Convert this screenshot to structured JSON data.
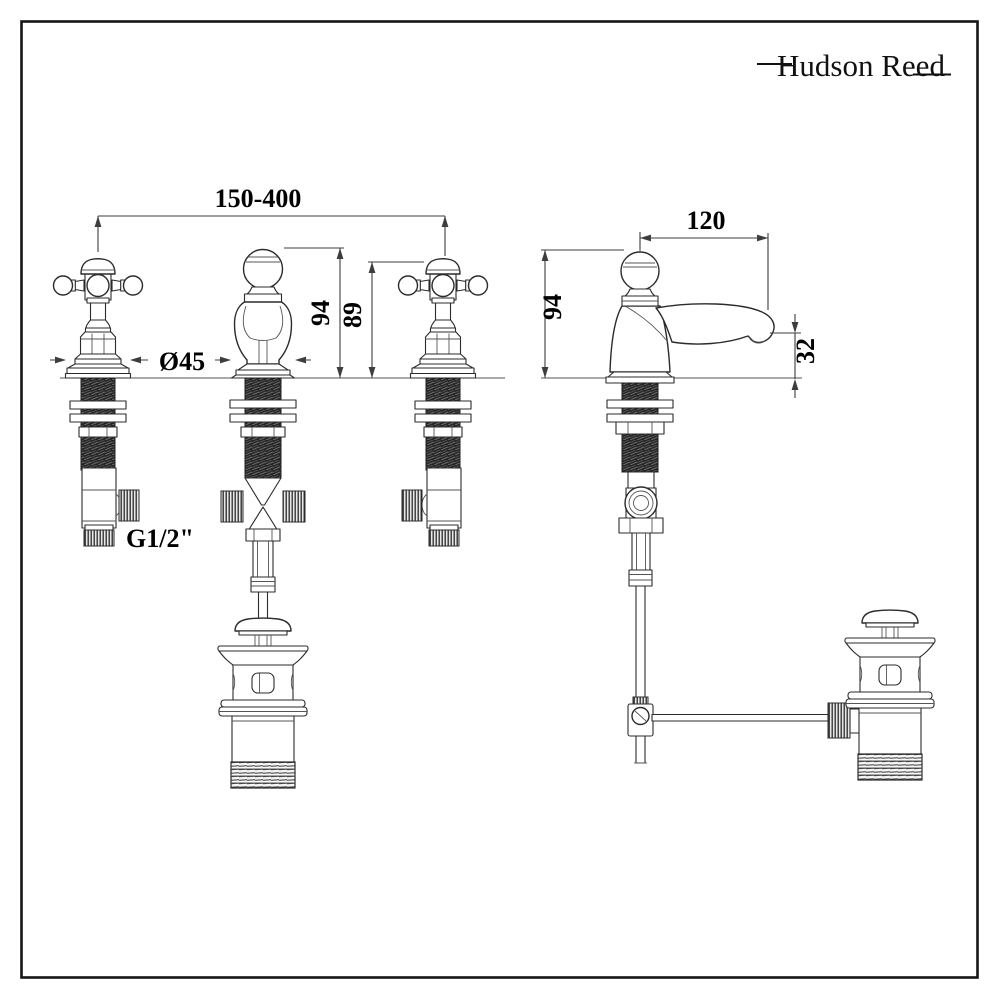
{
  "page": {
    "background": "#ffffff",
    "frame_color": "#161616",
    "line_color": "#2b2b2b",
    "dimension_color": "#3d3d3d"
  },
  "logo": {
    "text": "Hudson Reed"
  },
  "mixer": {
    "span_label": "150-400",
    "spout_height_label": "94",
    "handle_height_label": "89",
    "base_diameter_label": "Ø45",
    "thread_label": "G1/2\""
  },
  "pillar_tap": {
    "height_label": "94",
    "reach_label": "120",
    "spout_drop_label": "32"
  }
}
